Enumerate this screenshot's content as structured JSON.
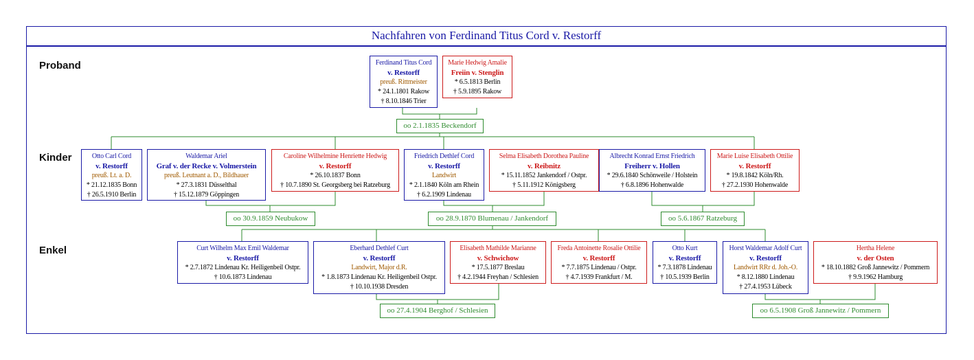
{
  "title": "Nachfahren von Ferdinand Titus Cord v. Restorff",
  "generations": {
    "proband": "Proband",
    "children": "Kinder",
    "grandchildren": "Enkel"
  },
  "proband": {
    "husband": {
      "given": "Ferdinand Titus Cord",
      "surname": "v. Restorff",
      "occupation": "preuß. Rittmeister",
      "birth": "* 24.1.1801 Rakow",
      "death": "† 8.10.1846 Trier"
    },
    "wife": {
      "given": "Marie Hedwig Amalie",
      "surname": "Freiin v. Stenglin",
      "birth": "* 6.5.1813 Berlin",
      "death": "† 5.9.1895 Rakow"
    },
    "marriage": "oo  2.1.1835 Beckendorf"
  },
  "children": [
    {
      "given": "Otto Carl Cord",
      "surname": "v. Restorff",
      "occupation": "preuß. Lt. a. D.",
      "birth": "* 21.12.1835 Bonn",
      "death": "† 26.5.1910 Berlin"
    },
    {
      "given": "Waldemar Ariel",
      "surname": "Graf v. der Recke v. Volmerstein",
      "occupation": "preuß. Leutnant a. D., Bildhauer",
      "birth": "* 27.3.1831 Düsselthal",
      "death": "† 15.12.1879 Göppingen"
    },
    {
      "given": "Caroline Wilhelmine Henriette Hedwig",
      "surname": "v. Restorff",
      "birth": "* 26.10.1837 Bonn",
      "death": "† 10.7.1890 St. Georgsberg bei Ratzeburg"
    },
    {
      "given": "Friedrich Dethlef Cord",
      "surname": "v. Restorff",
      "occupation": "Landwirt",
      "birth": "* 2.1.1840 Köln am Rhein",
      "death": "† 6.2.1909 Lindenau"
    },
    {
      "given": "Selma Elisabeth Dorothea Pauline",
      "surname": "v. Reibnitz",
      "birth": "* 15.11.1852 Jankendorf / Ostpr.",
      "death": "† 5.11.1912 Königsberg"
    },
    {
      "given": "Albrecht Konrad Ernst Friedrich",
      "surname": "Freiherr v. Hollen",
      "birth": "* 29.6.1840 Schönweile / Holstein",
      "death": "† 6.8.1896 Hohenwalde"
    },
    {
      "given": "Marie Luise Elisabeth Ottilie",
      "surname": "v. Restorff",
      "birth": "* 19.8.1842 Köln/Rh.",
      "death": "† 27.2.1930 Hohenwalde"
    }
  ],
  "children_marriages": [
    "oo  30.9.1859 Neubukow",
    "oo  28.9.1870 Blumenau / Jankendorf",
    "oo  5.6.1867 Ratzeburg"
  ],
  "grandchildren": [
    {
      "given": "Curt Wilhelm Max Emil Waldemar",
      "surname": "v. Restorff",
      "birth": "* 2.7.1872 Lindenau Kr. Heiligenbeil Ostpr.",
      "death": "† 10.6.1873 Lindenau"
    },
    {
      "given": "Eberhard Dethlef Curt",
      "surname": "v. Restorff",
      "occupation": "Landwirt, Major d.R.",
      "birth": "* 1.8.1873 Lindenau Kr. Heiligenbeil Ostpr.",
      "death": "† 10.10.1938 Dresden"
    },
    {
      "given": "Elisabeth Mathilde Marianne",
      "surname": "v. Schwichow",
      "birth": "* 17.5.1877 Breslau",
      "death": "† 4.2.1944 Freyhan / Schlesien"
    },
    {
      "given": "Freda Antoinette Rosalie Ottilie",
      "surname": "v. Restorff",
      "birth": "* 7.7.1875 Lindenau / Ostpr.",
      "death": "† 4.7.1939 Frankfurt / M."
    },
    {
      "given": "Otto Kurt",
      "surname": "v. Restorff",
      "birth": "* 7.3.1878 Lindenau",
      "death": "† 10.5.1939 Berlin"
    },
    {
      "given": "Horst Waldemar Adolf Curt",
      "surname": "v. Restorff",
      "occupation": "Landwirt RRr d. Joh.-O.",
      "birth": "* 8.12.1880 Lindenau",
      "death": "† 27.4.1953 Lübeck"
    },
    {
      "given": "Hertha Helene",
      "surname": "v. der Osten",
      "birth": "* 18.10.1882 Groß Jannewitz / Pommern",
      "death": "† 9.9.1962 Hamburg"
    }
  ],
  "grandchildren_marriages": [
    "oo  27.4.1904 Berghof / Schlesien",
    "oo  6.5.1908 Groß Jannewitz / Pommern"
  ],
  "colors": {
    "male": "#1a1aa6",
    "female": "#cc1a1a",
    "marriage": "#2e8b2e",
    "occupation": "#a05a00"
  }
}
